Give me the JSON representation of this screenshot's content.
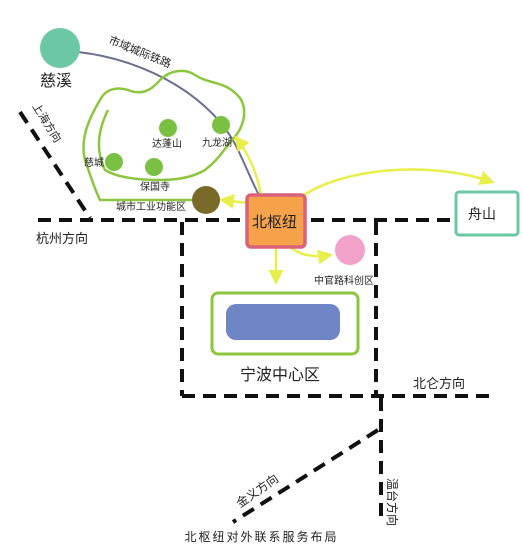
{
  "labels": {
    "cixi": "慈溪",
    "intercity_rail": "市域城际铁路",
    "shanghai_dir": "上海方向",
    "dapengshan": "达蓬山",
    "jiulonghu": "九龙湖",
    "cicheng": "慈城",
    "baoguosi": "保国寺",
    "industrial_zone": "城市工业功能区",
    "beishuniu": "北枢纽",
    "zhoushan": "舟山",
    "hangzhou_dir": "杭州方向",
    "zhongguan_road": "中官路科创区",
    "ningbo_center": "宁波中心区",
    "beilun_dir": "北仑方向",
    "jinyi_dir": "金义方向",
    "taizhou_dir": "温台方向"
  },
  "caption": "北枢纽对外联系服务布局",
  "colors": {
    "cixi_circle": "#6cc7a4",
    "rail_line": "#6a6f8e",
    "green_loop": "#8cc63f",
    "green_dot": "#7ac143",
    "industrial_circle": "#7a6a2a",
    "hub_border": "#d9627a",
    "hub_fill": "#f6a24a",
    "arrow_yellow": "#e8ee4a",
    "zhoushan_border": "#6cc7a4",
    "pink_circle": "#f2a1c9",
    "center_border": "#8cc63f",
    "center_fill": "#6f86c6",
    "road_dash": "#111111"
  }
}
